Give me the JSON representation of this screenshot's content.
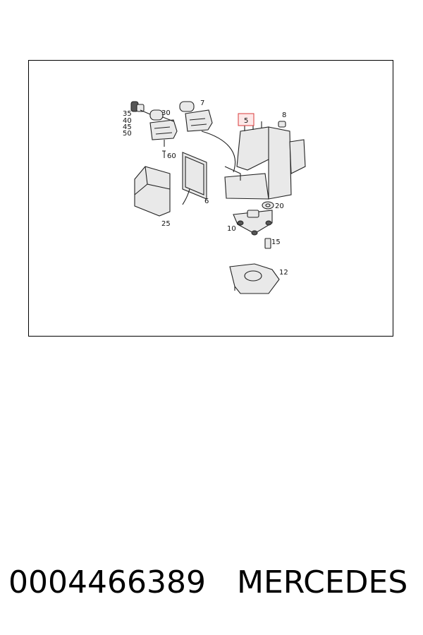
{
  "diagram": {
    "callouts": {
      "c35": "35",
      "c40": "40",
      "c45": "45",
      "c50": "50",
      "c30": "30",
      "c7": "7",
      "c5": "5",
      "c8": "8",
      "c60": "60",
      "c6": "6",
      "c25": "25",
      "c20": "20",
      "c10": "10",
      "c15": "15",
      "c12": "12"
    },
    "highlight_color": "#d93a3a"
  },
  "caption": {
    "part_number": "0004466389",
    "brand": "MERCEDES"
  }
}
